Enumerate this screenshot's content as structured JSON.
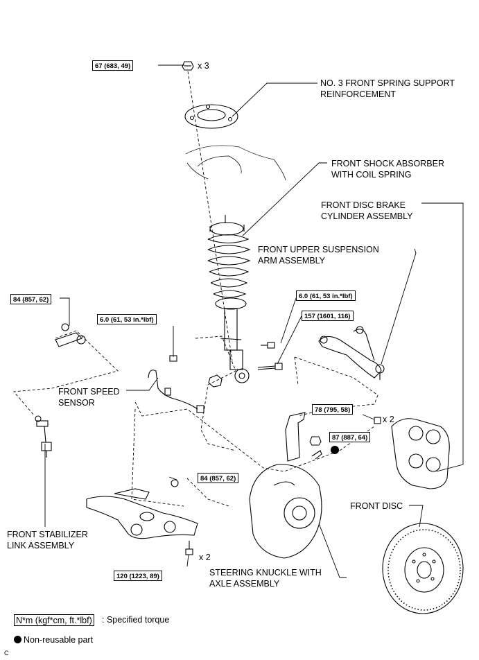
{
  "labels": {
    "spring_support": "NO. 3 FRONT SPRING SUPPORT\nREINFORCEMENT",
    "shock_absorber": "FRONT SHOCK ABSORBER\nWITH COIL SPRING",
    "brake_cylinder": "FRONT DISC BRAKE\nCYLINDER ASSEMBLY",
    "upper_arm": "FRONT UPPER SUSPENSION\nARM ASSEMBLY",
    "speed_sensor": "FRONT SPEED\nSENSOR",
    "stabilizer_link": "FRONT STABILIZER\nLINK ASSEMBLY",
    "front_disc": "FRONT DISC",
    "steering_knuckle": "STEERING KNUCKLE WITH\nAXLE ASSEMBLY"
  },
  "torques": {
    "top_nut": "67 (683, 49)",
    "stab_nut": "84 (857, 62)",
    "sensor_bolt": "6.0 (61, 53 in.*lbf)",
    "shock_bolt_small": "6.0 (61, 53 in.*lbf)",
    "shock_bolt": "157 (1601, 116)",
    "caliper_bolt": "78 (795, 58)",
    "knuckle_nut": "87 (887, 64)",
    "lower_arm_nut": "84 (857, 62)",
    "lower_bolt": "120 (1223, 89)"
  },
  "multipliers": {
    "top_nut": "x 3",
    "caliper_bolt": "x 2",
    "lower_bolt": "x 2"
  },
  "legend": {
    "torque_unit": "N*m (kgf*cm, ft.*lbf)",
    "torque_desc": ": Specified torque",
    "non_reusable": "Non-reusable part"
  },
  "corner_code": "C"
}
